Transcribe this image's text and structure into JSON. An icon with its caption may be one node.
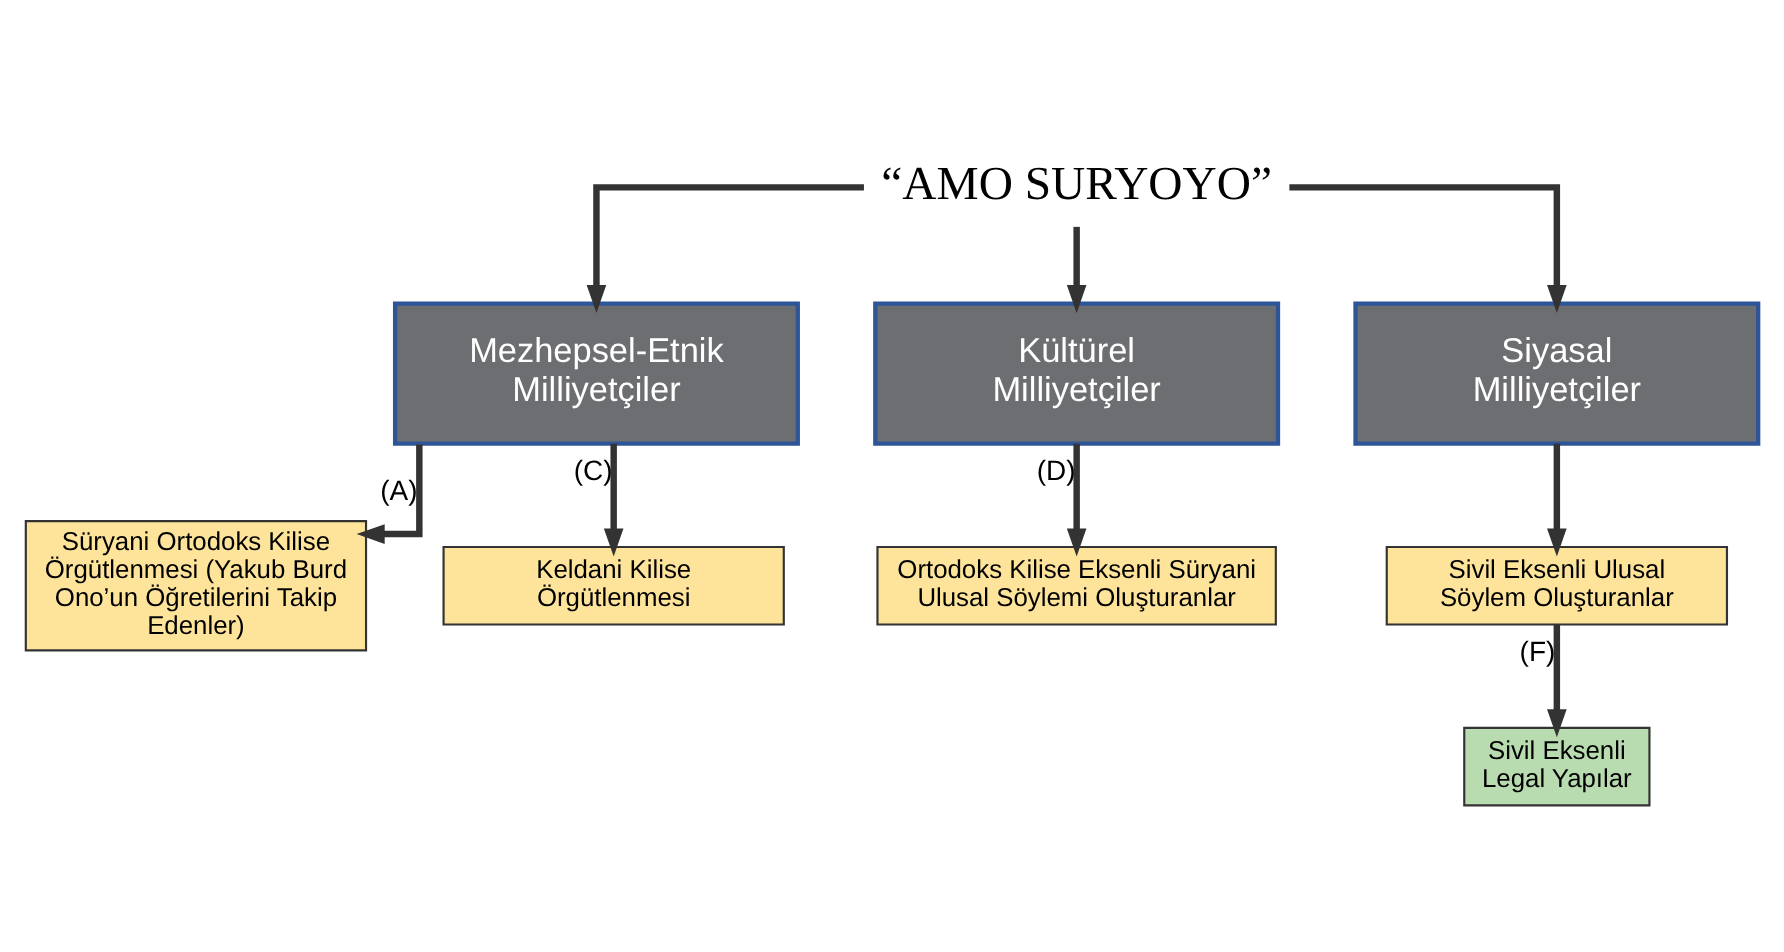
{
  "diagram": {
    "nodes": [
      {
        "text": [
          "“AMO SURYOYO”"
        ]
      },
      {
        "text": [
          "Mezhepsel-Etnik Milliyetçiler"
        ]
      },
      {
        "text": [
          "Kültürel Milliyetçiler"
        ]
      },
      {
        "text": [
          "Siyasal Milliyetçiler"
        ]
      },
      {
        "text": [
          "Süryani Ortodoks Kilise Örgütlenmesi (Yakub Burd Ono’un Öğretilerini Takip Edenler)"
        ]
      },
      {
        "text": [
          "Keldani Kilise Örgütlenmesi"
        ]
      },
      {
        "text": [
          "Ortodoks Kilise Eksenli Süryani Ulusal Söylemi Oluşturanlar"
        ]
      },
      {
        "text": [
          "Sivil Eksenli Ulusal Söylem Oluşturanlar"
        ]
      },
      {
        "text": [
          "Sivil Eksenli Legal Yapılar"
        ]
      }
    ],
    "edges": [
      {
        "from": 0,
        "to": 1,
        "arrow": "to"
      },
      {
        "from": 0,
        "to": 2,
        "arrow": "to"
      },
      {
        "from": 0,
        "to": 3,
        "arrow": "to"
      },
      {
        "from": 1,
        "to": 4,
        "arrow": "to",
        "label": "(A)"
      },
      {
        "from": 1,
        "to": 5,
        "arrow": "to",
        "label": "(C)"
      },
      {
        "from": 2,
        "to": 6,
        "arrow": "to",
        "label": "(D)"
      },
      {
        "from": 3,
        "to": 7,
        "arrow": "to"
      },
      {
        "from": 7,
        "to": 8,
        "arrow": "to",
        "label": "(F)"
      }
    ]
  }
}
